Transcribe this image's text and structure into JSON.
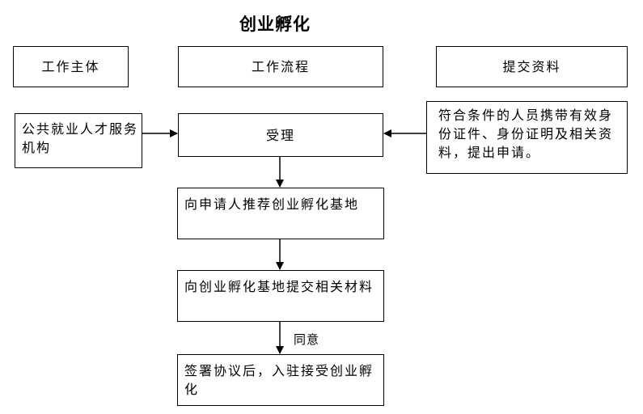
{
  "title": "创业孵化",
  "headers": {
    "subject": "工作主体",
    "process": "工作流程",
    "materials": "提交资料"
  },
  "nodes": {
    "agency": "公共就业人才服务机构",
    "accept": "受理",
    "recommend": "向申请人推荐创业孵化基地",
    "submit": "向创业孵化基地提交相关材料",
    "sign": "签署协议后，入驻接受创业孵化",
    "requirements": "符合条件的人员携带有效身份证件、身份证明及相关资料，提出申请。"
  },
  "edge_labels": {
    "agree": "同意"
  }
}
